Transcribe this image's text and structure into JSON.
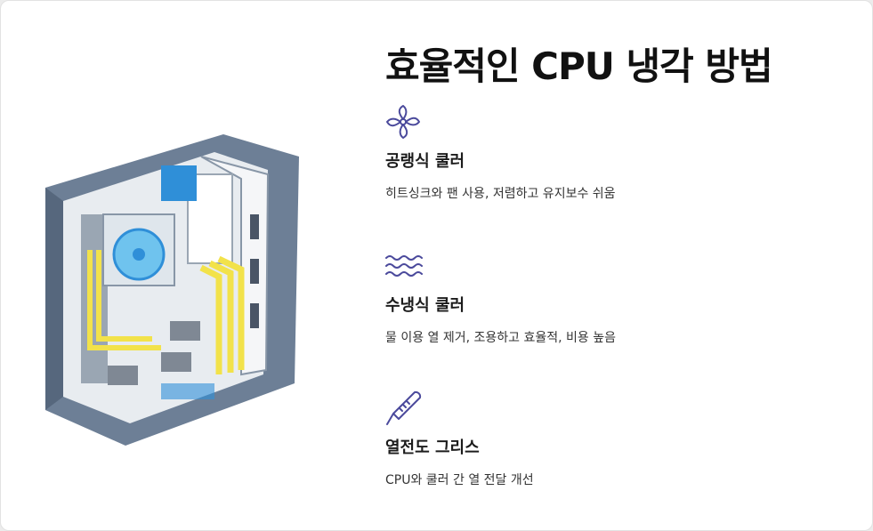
{
  "title": "효율적인 CPU 냉각 방법",
  "accent_color": "#4b4a9c",
  "features": [
    {
      "icon": "fan-icon",
      "heading": "공랭식 쿨러",
      "description": "히트싱크와 팬 사용, 저렴하고 유지보수 쉬움"
    },
    {
      "icon": "water-waves-icon",
      "heading": "수냉식 쿨러",
      "description": "물 이용 열 제거, 조용하고 효율적, 비용 높음"
    },
    {
      "icon": "thermometer-icon",
      "heading": "열전도 그리스",
      "description": "CPU와 쿨러 간 열 전달 개선"
    }
  ]
}
